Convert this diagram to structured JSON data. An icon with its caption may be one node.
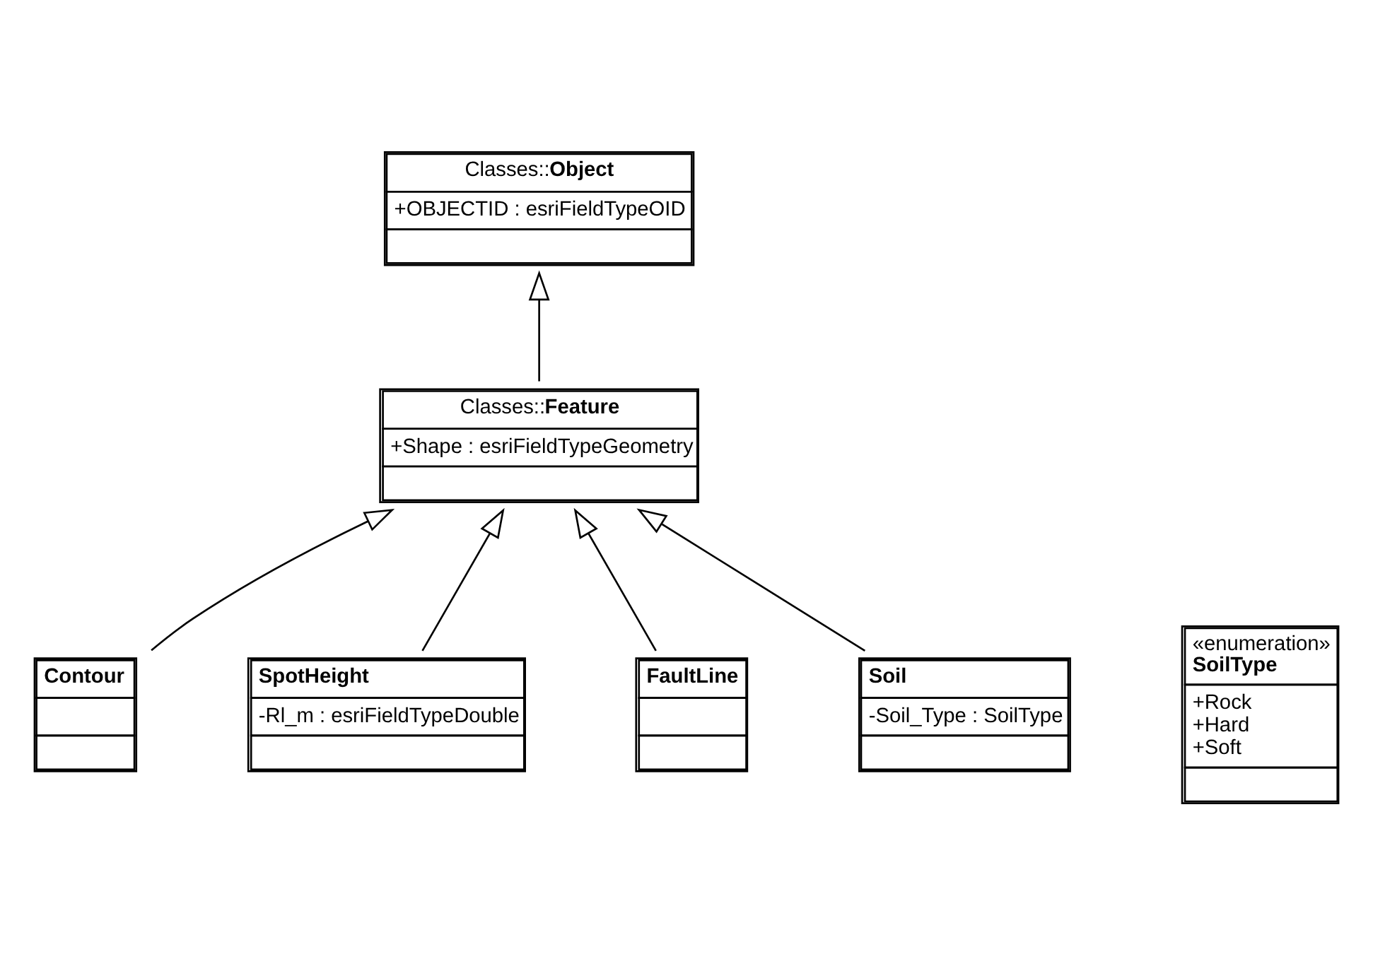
{
  "diagram": {
    "nodes": [
      {
        "text": [
          "Classes::**Object**",
          "+OBJECTID : esriFieldTypeOID"
        ]
      },
      {
        "text": [
          "Classes::**Feature**",
          "+Shape : esriFieldTypeGeometry"
        ]
      },
      {
        "text": [
          "**Contour**"
        ]
      },
      {
        "text": [
          "**SpotHeight**",
          "-Rl_m : esriFieldTypeDouble"
        ]
      },
      {
        "text": [
          "**FaultLine**"
        ]
      },
      {
        "text": [
          "«enumeration»",
          "**SoilType**",
          "+Rock",
          "+Hard",
          "+Soft"
        ]
      },
      {
        "text": [
          "**Soil**",
          "-Soil_Type : SoilType"
        ]
      }
    ],
    "edges": [
      {
        "from": 1,
        "to": 0,
        "arrow": "to"
      },
      {
        "from": 2,
        "to": 1,
        "arrow": "to"
      },
      {
        "from": 4,
        "to": 1,
        "arrow": "to"
      },
      {
        "from": 3,
        "to": 1,
        "arrow": "to"
      },
      {
        "from": 6,
        "to": 1,
        "arrow": "to"
      }
    ]
  }
}
